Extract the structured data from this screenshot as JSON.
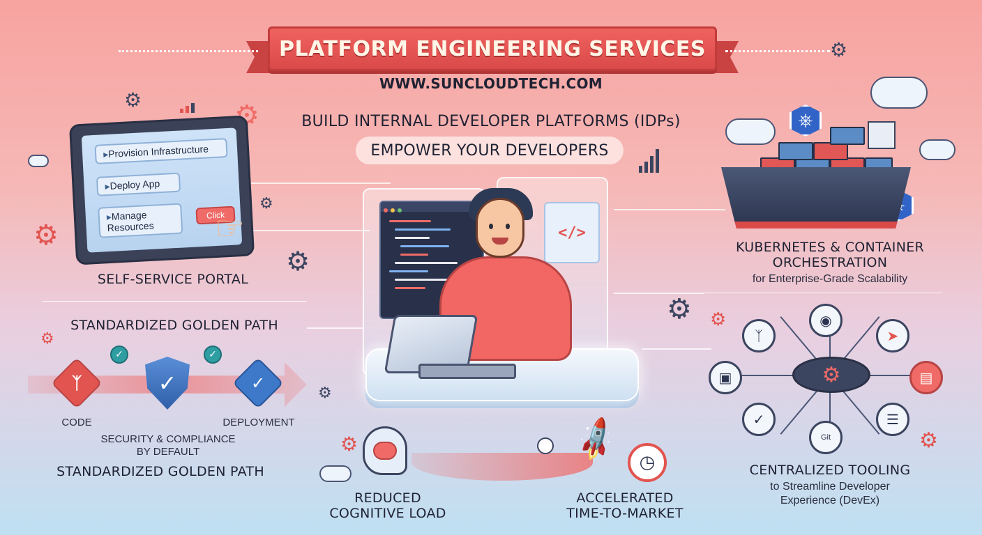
{
  "header": {
    "title": "PLATFORM ENGINEERING SERVICES",
    "website": "WWW.SUNCLOUDTECH.COM",
    "headline": "BUILD INTERNAL DEVELOPER PLATFORMS (IDPs)",
    "subheadline": "EMPOWER YOUR DEVELOPERS"
  },
  "self_service": {
    "menu_items": [
      "Provision Infrastructure",
      "Deploy App",
      "Manage Resources"
    ],
    "click_label": "Click",
    "caption": "SELF-SERVICE PORTAL"
  },
  "kubernetes": {
    "title_line1": "KUBERNETES & CONTAINER",
    "title_line2": "ORCHESTRATION",
    "subtitle": "for Enterprise-Grade Scalability"
  },
  "golden_path": {
    "title_top": "STANDARDIZED GOLDEN PATH",
    "code_label": "CODE",
    "security_label_line1": "SECURITY & COMPLIANCE",
    "security_label_line2": "BY DEFAULT",
    "deployment_label": "DEPLOYMENT",
    "title_bottom": "STANDARDIZED GOLDEN PATH"
  },
  "center": {
    "code_tag": "</>"
  },
  "tooling": {
    "node_git_label": "Git",
    "title": "CENTRALIZED TOOLING",
    "subtitle_line1": "to Streamline Developer",
    "subtitle_line2": "Experience (DevEx)"
  },
  "outcomes": {
    "reduced_line1": "REDUCED",
    "reduced_line2": "COGNITIVE LOAD",
    "accelerated_line1": "ACCELERATED",
    "accelerated_line2": "TIME-TO-MARKET"
  },
  "colors": {
    "accent_red": "#f06b67",
    "navy": "#3c4560",
    "blue": "#3264c8",
    "teal": "#2e9ea3"
  },
  "icons": [
    "gear-icon",
    "cloud-icon",
    "kubernetes-icon",
    "github-icon",
    "rocket-icon",
    "clock-icon",
    "shield-check-icon",
    "git-branch-icon",
    "check-icon",
    "document-icon",
    "brain-icon"
  ]
}
